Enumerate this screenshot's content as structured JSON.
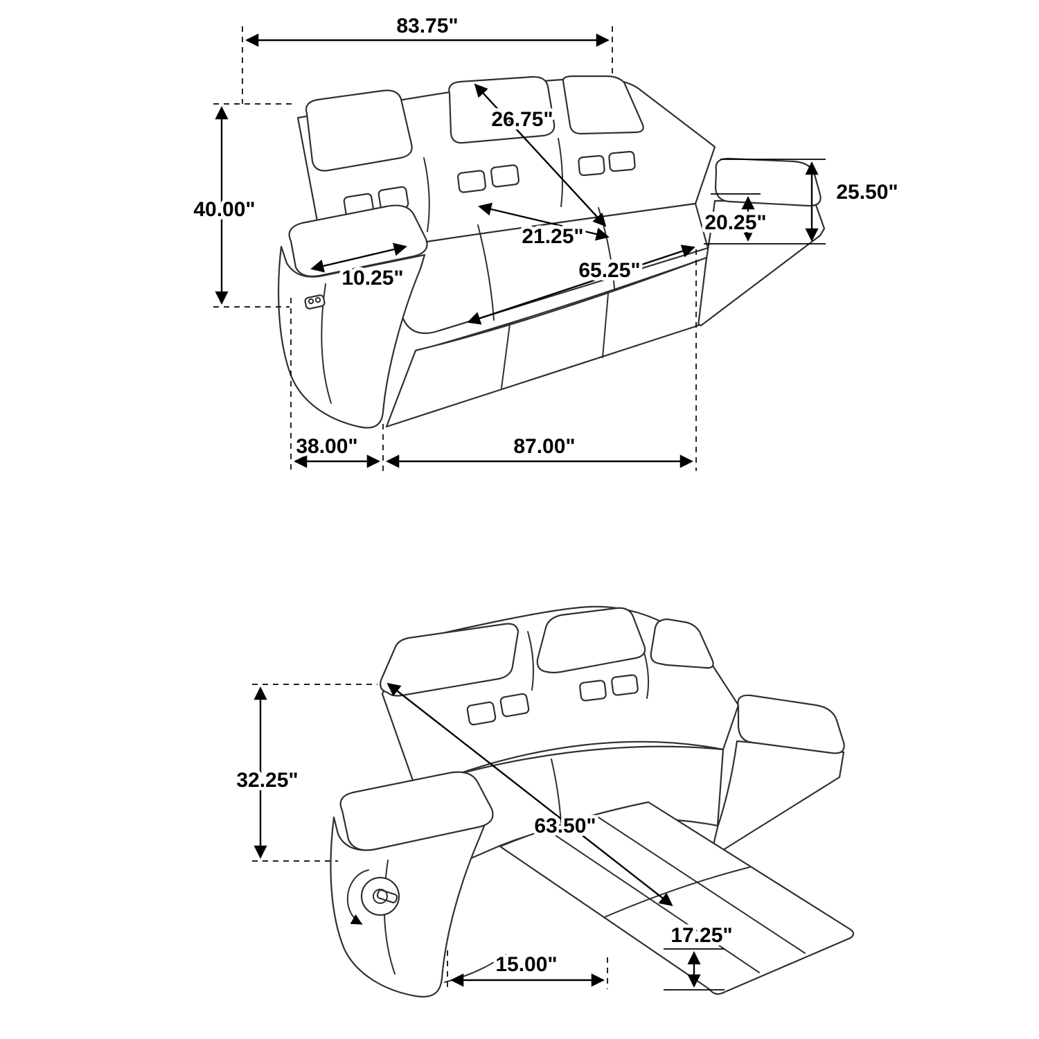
{
  "colors": {
    "background": "#ffffff",
    "line_art": "#2f2f2f",
    "dimension_lines": "#000000"
  },
  "views": {
    "upright": {
      "name": "upright-reclining-sofa",
      "dimensions": {
        "overall_width": "83.75\"",
        "back_cushion_diagonal": "26.75\"",
        "overall_height": "40.00\"",
        "arm_height": "25.50\"",
        "seat_height": "20.25\"",
        "seat_depth": "21.25\"",
        "arm_width": "10.25\"",
        "seat_width": "65.25\"",
        "overall_depth": "38.00\"",
        "reclined_wall_length": "87.00\""
      }
    },
    "reclined": {
      "name": "reclined-sofa-with-footrest",
      "dimensions": {
        "reclined_back_height": "32.25\"",
        "reclined_length_diagonal": "63.50\"",
        "footrest_extension": "15.00\"",
        "footrest_floor_height": "17.25\""
      }
    }
  }
}
